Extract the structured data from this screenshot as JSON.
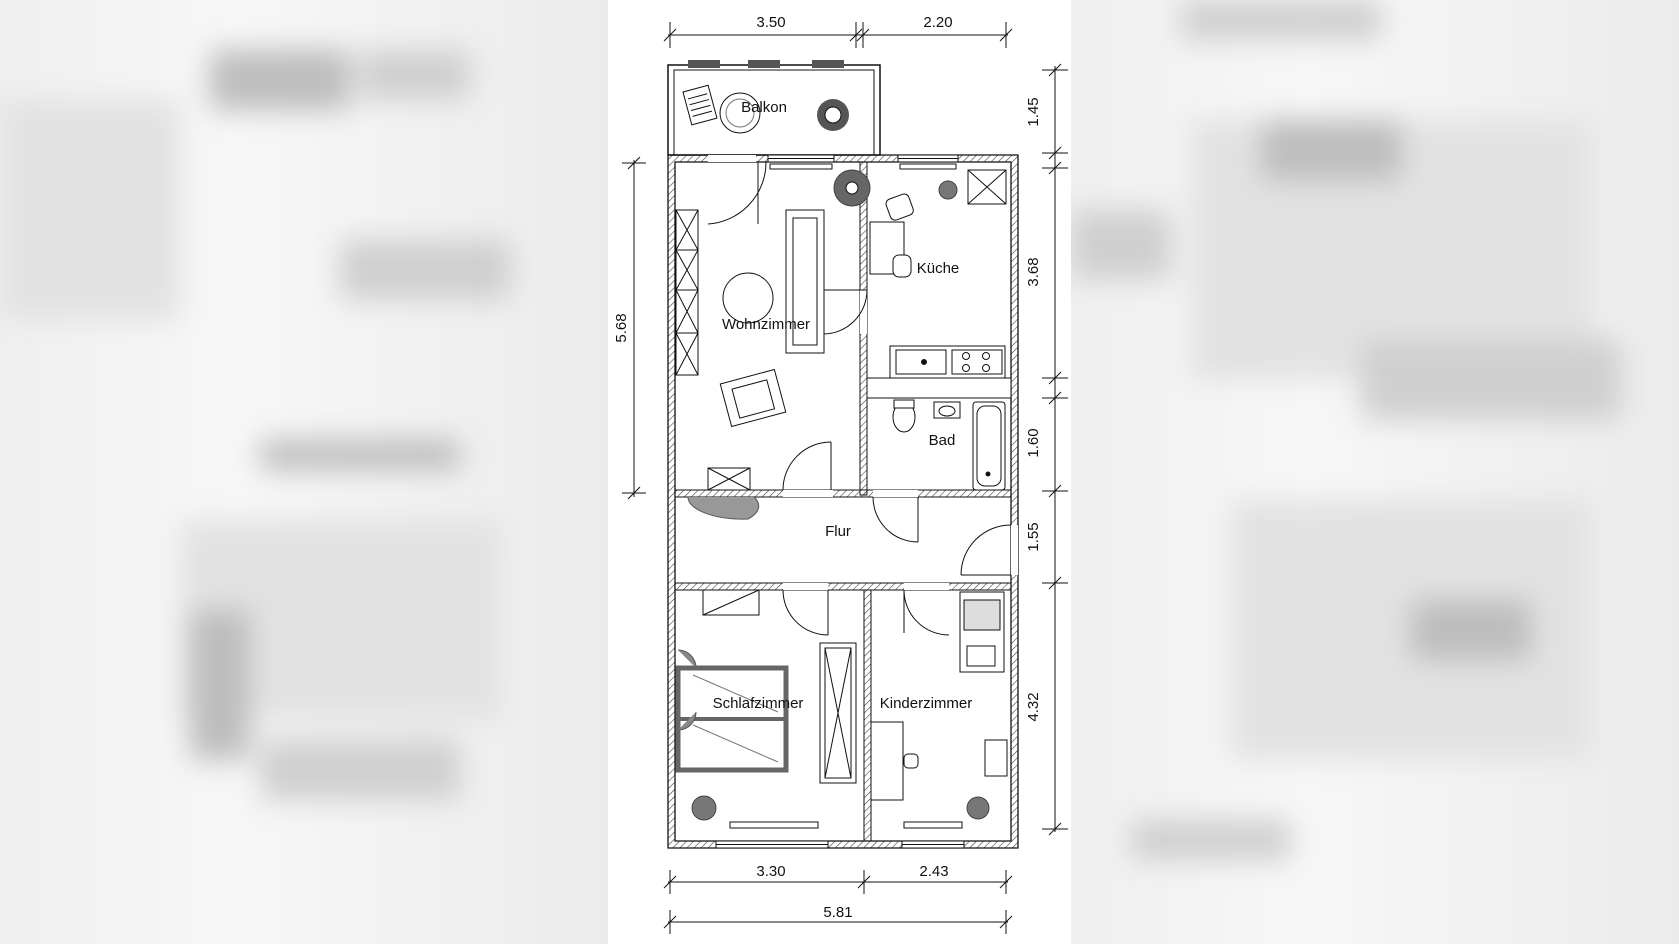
{
  "floor_plan": {
    "rooms": {
      "balkon": "Balkon",
      "wohnzimmer": "Wohnzimmer",
      "kueche": "Küche",
      "bad": "Bad",
      "flur": "Flur",
      "schlafzimmer": "Schlafzimmer",
      "kinderzimmer": "Kinderzimmer"
    },
    "dimensions": {
      "top_left": "3.50",
      "top_right": "2.20",
      "bottom_left": "3.30",
      "bottom_right": "2.43",
      "bottom_total": "5.81",
      "left_height": "5.68",
      "right_balkon": "1.45",
      "right_kueche": "3.68",
      "right_bad": "1.60",
      "right_flur": "1.55",
      "right_kinderzimmer": "4.32"
    }
  },
  "colors": {
    "line": "#111111",
    "wall_fill": "#ffffff",
    "hatch": "#444444",
    "furniture_dark": "#555555",
    "background_blur": "#e8e8e8"
  }
}
